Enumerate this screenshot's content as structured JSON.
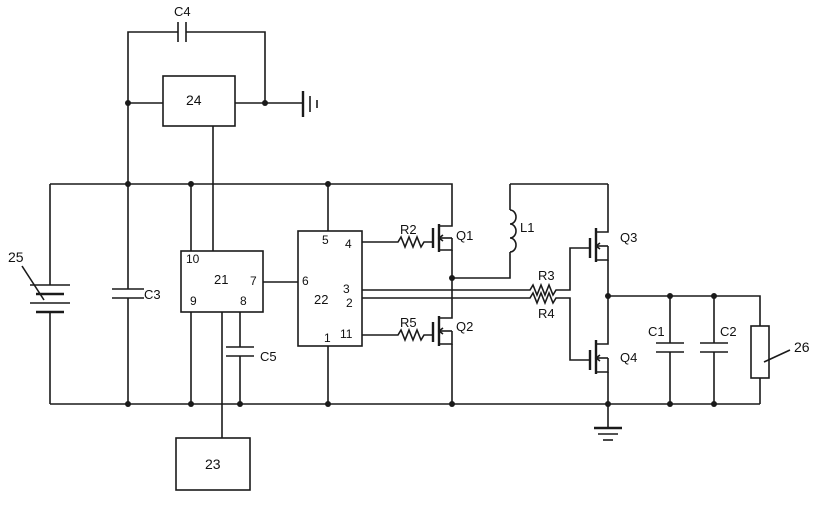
{
  "labels": {
    "c4": "C4",
    "c3": "C3",
    "c5": "C5",
    "c1": "C1",
    "c2": "C2",
    "r2": "R2",
    "r3": "R3",
    "r4": "R4",
    "r5": "R5",
    "l1": "L1",
    "q1": "Q1",
    "q2": "Q2",
    "q3": "Q3",
    "q4": "Q4",
    "b24": "24",
    "b21": "21",
    "b22": "22",
    "b23": "23",
    "b25": "25",
    "b26": "26"
  },
  "pins": {
    "p10": "10",
    "p7": "7",
    "p9": "9",
    "p8": "8",
    "p5": "5",
    "p4": "4",
    "p6": "6",
    "p3": "3",
    "p2": "2",
    "p11": "11",
    "p1": "1"
  }
}
